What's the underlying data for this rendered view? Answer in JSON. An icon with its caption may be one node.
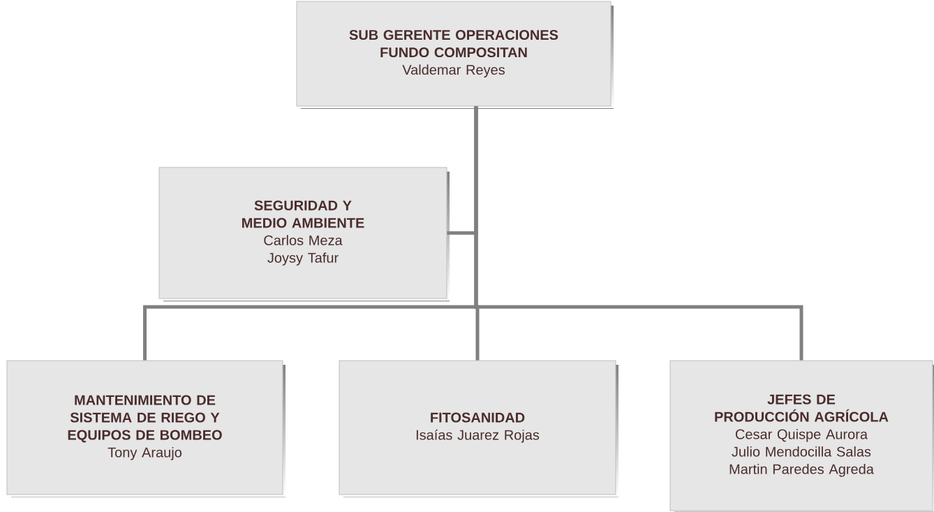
{
  "diagram": {
    "nodes": [
      {
        "text": [
          "SUB GERENTE OPERACIONES FUNDO COMPOSITAN",
          "Valdemar Reyes"
        ]
      },
      {
        "text": [
          "SEGURIDAD Y MEDIO AMBIENTE",
          "Carlos Meza",
          "Joysy Tafur"
        ]
      },
      {
        "text": [
          "MANTENIMIENTO DE SISTEMA DE RIEGO Y EQUIPOS DE BOMBEO",
          "Tony Araujo"
        ]
      },
      {
        "text": [
          "FITOSANIDAD",
          "Isaías Juarez Rojas"
        ]
      },
      {
        "text": [
          "JEFES DE PRODUCCIÓN AGRÍCOLA",
          "Cesar Quispe Aurora",
          "Julio Mendocilla Salas",
          "Martin Paredes Agreda"
        ]
      }
    ],
    "edges": [
      {
        "from": 0,
        "to": 1,
        "arrow": "none"
      },
      {
        "from": 0,
        "to": 2,
        "arrow": "none"
      },
      {
        "from": 0,
        "to": 3,
        "arrow": "none"
      },
      {
        "from": 0,
        "to": 4,
        "arrow": "none"
      }
    ]
  }
}
